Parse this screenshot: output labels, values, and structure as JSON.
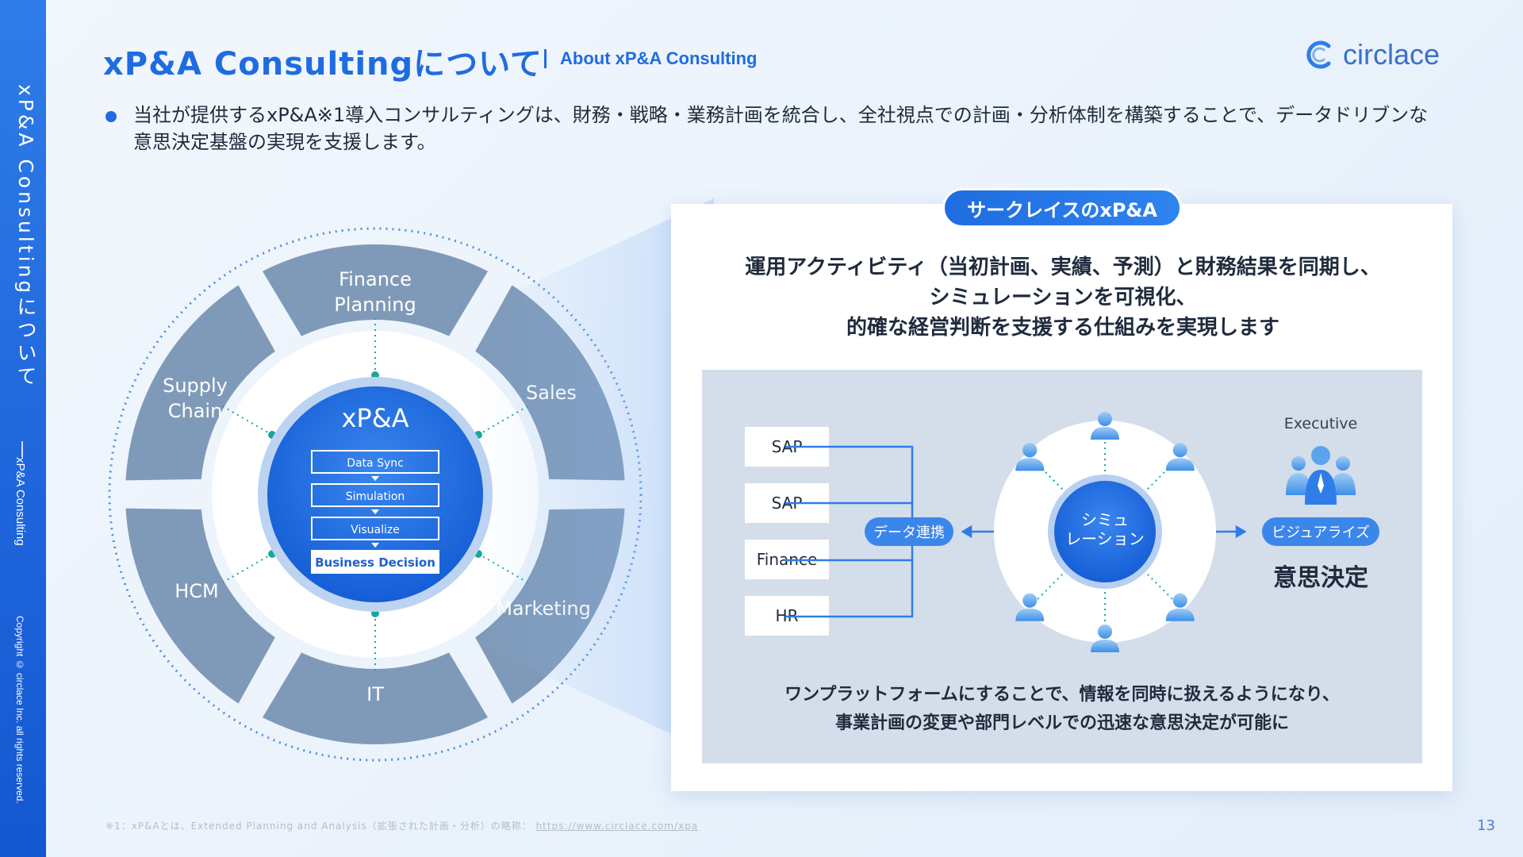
{
  "sidebar": {
    "title": "xP&A Consultingについて",
    "subtitle": "xP&A Consulting",
    "copyright": "Copyright © circlace Inc. all rights reserved."
  },
  "header": {
    "title": "xP&A Consultingについて",
    "subtitle": "About xP&A Consulting"
  },
  "logo": {
    "text": "circlace"
  },
  "bullet": {
    "text": "当社が提供するxP&A※1導入コンサルティングは、財務・戦略・業務計画を統合し、全社視点での計画・分析体制を構築することで、データドリブンな意思決定基盤の実現を支援します。"
  },
  "wheel": {
    "center_title": "xP&A",
    "steps": [
      "Data Sync",
      "Simulation",
      "Visualize",
      "Business Decision"
    ],
    "segments": {
      "finance_planning": [
        "Finance",
        "Planning"
      ],
      "sales": "Sales",
      "marketing": "Marketing",
      "it": "IT",
      "hcm": "HCM",
      "supply_chain": [
        "Supply",
        "Chain"
      ]
    },
    "colors": {
      "segment": "#7f9ab9",
      "core": "#1f6ce0",
      "accent": "#1aa6a0"
    }
  },
  "panel": {
    "tag": "サークレイスのxP&A",
    "head_lines": [
      "運用アクティビティ（当初計画、実績、予測）と財務結果を同期し、",
      "シミュレーションを可視化、",
      "的確な経営判断を支援する仕組みを実現します"
    ],
    "sources": [
      "SAP",
      "SAP",
      "Finance",
      "HR"
    ],
    "data_link_label": "データ連携",
    "sim_label": [
      "シミュ",
      "レーション"
    ],
    "visualize_label": "ビジュアライズ",
    "executive_label": "Executive",
    "decision_label": "意思決定",
    "foot_lines": [
      "ワンプラットフォームにすることで、情報を同時に扱えるようになり、",
      "事業計画の変更や部門レベルでの迅速な意思決定が可能に"
    ]
  },
  "footnote": {
    "text": "※1：xP&Aとは、Extended Planning and Analysis（拡張された計画・分析）の略称：",
    "link": "https://www.circlace.com/xpa"
  },
  "page_number": "13"
}
